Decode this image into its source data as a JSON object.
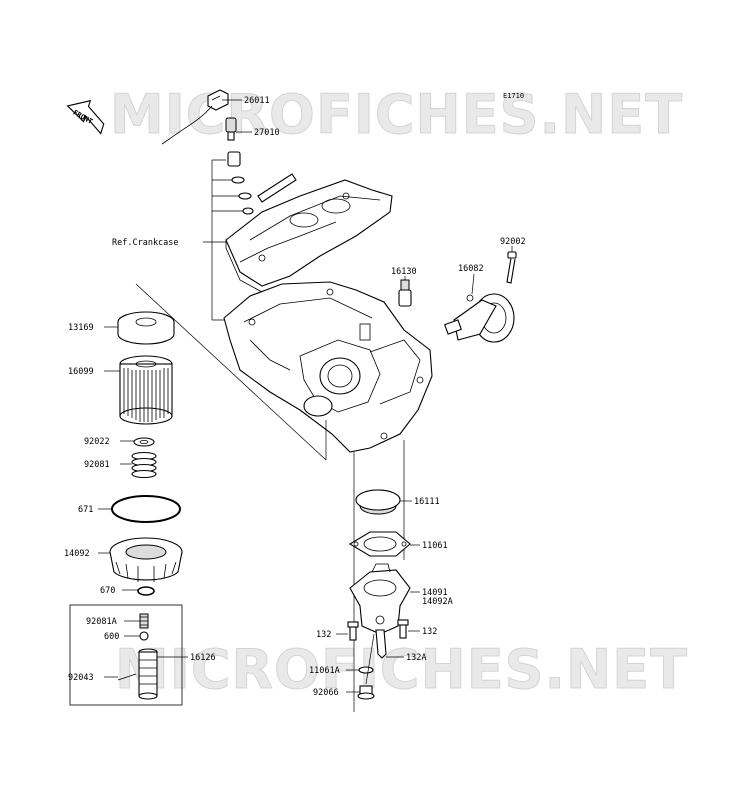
{
  "diagram_code": "E1710",
  "front_arrow": {
    "label": "FRONT"
  },
  "watermarks": [
    "MICROFICHES.NET",
    "MICROFICHES.NET"
  ],
  "ref_label": "Ref.Crankcase",
  "parts": [
    {
      "id": "p26011",
      "label": "26011"
    },
    {
      "id": "p27010",
      "label": "27010"
    },
    {
      "id": "p92002",
      "label": "92002"
    },
    {
      "id": "p16130",
      "label": "16130"
    },
    {
      "id": "p16082",
      "label": "16082"
    },
    {
      "id": "p13169",
      "label": "13169"
    },
    {
      "id": "p16099",
      "label": "16099"
    },
    {
      "id": "p92022",
      "label": "92022"
    },
    {
      "id": "p92081",
      "label": "92081"
    },
    {
      "id": "p671",
      "label": "671"
    },
    {
      "id": "p16111",
      "label": "16111"
    },
    {
      "id": "p11061",
      "label": "11061"
    },
    {
      "id": "p14092",
      "label": "14092"
    },
    {
      "id": "p670",
      "label": "670"
    },
    {
      "id": "p14091",
      "label": "14091"
    },
    {
      "id": "p14092a",
      "label": "14092A"
    },
    {
      "id": "p92081a",
      "label": "92081A"
    },
    {
      "id": "p600",
      "label": "600"
    },
    {
      "id": "p16126",
      "label": "16126"
    },
    {
      "id": "p92043",
      "label": "92043"
    },
    {
      "id": "p132l",
      "label": "132"
    },
    {
      "id": "p132r",
      "label": "132"
    },
    {
      "id": "p132a",
      "label": "132A"
    },
    {
      "id": "p11061a",
      "label": "11061A"
    },
    {
      "id": "p92066",
      "label": "92066"
    }
  ]
}
